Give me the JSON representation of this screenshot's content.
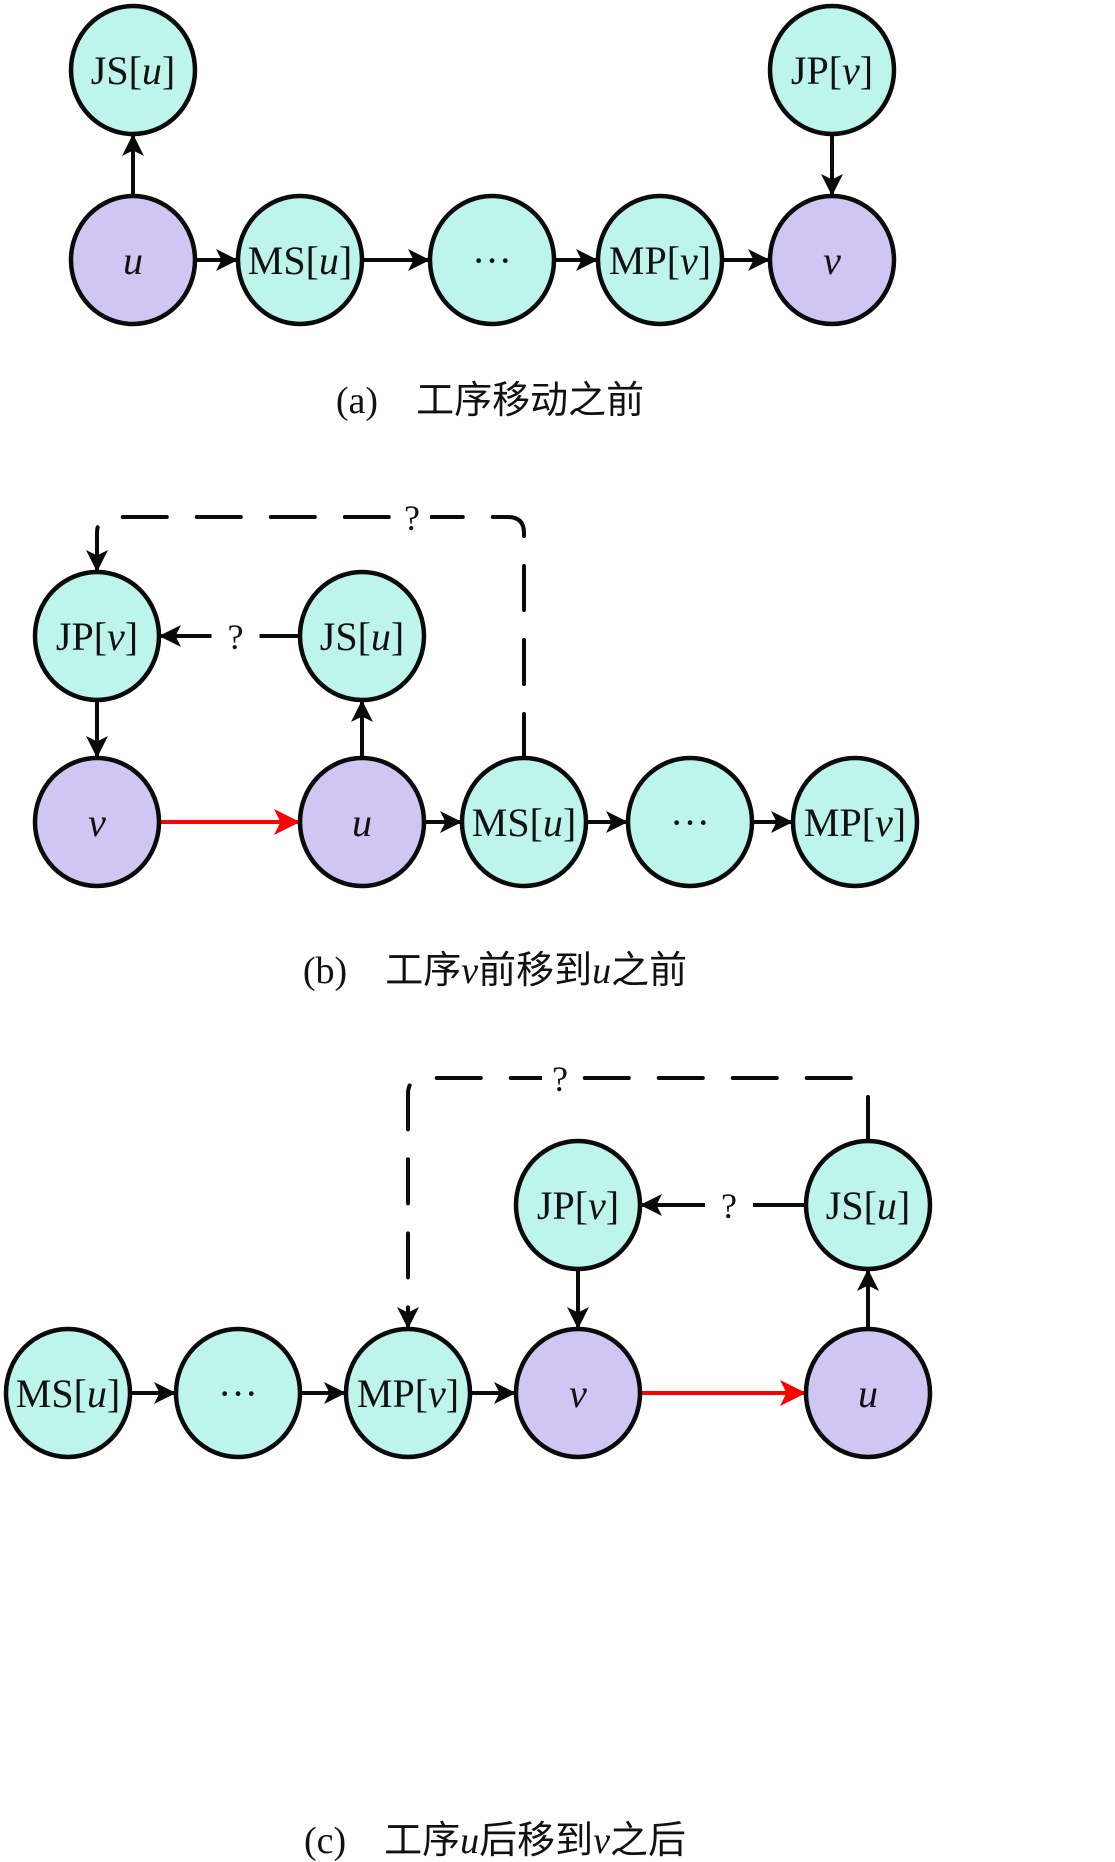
{
  "colors": {
    "op_node_fill": "#d0c6f4",
    "neighbor_node_fill": "#bdf5ec",
    "stroke": "#0a0a0a",
    "move_arrow": "#ff0000"
  },
  "panels": [
    {
      "id": "a",
      "caption_prefix": "(a)",
      "caption_parts": [
        {
          "text": "工序移动之前",
          "italic": false
        }
      ],
      "nodes": [
        {
          "id": "JSu",
          "label": [
            {
              "t": "JS[",
              "i": false
            },
            {
              "t": "u",
              "i": true
            },
            {
              "t": "]",
              "i": false
            }
          ],
          "kind": "neighbor"
        },
        {
          "id": "u",
          "label": [
            {
              "t": "u",
              "i": true
            }
          ],
          "kind": "op"
        },
        {
          "id": "MSu",
          "label": [
            {
              "t": "MS[",
              "i": false
            },
            {
              "t": "u",
              "i": true
            },
            {
              "t": "]",
              "i": false
            }
          ],
          "kind": "neighbor"
        },
        {
          "id": "dots",
          "label": [
            {
              "t": "···",
              "i": false
            }
          ],
          "kind": "neighbor"
        },
        {
          "id": "MPv",
          "label": [
            {
              "t": "MP[",
              "i": false
            },
            {
              "t": "v",
              "i": true
            },
            {
              "t": "]",
              "i": false
            }
          ],
          "kind": "neighbor"
        },
        {
          "id": "v",
          "label": [
            {
              "t": "v",
              "i": true
            }
          ],
          "kind": "op"
        },
        {
          "id": "JPv",
          "label": [
            {
              "t": "JP[",
              "i": false
            },
            {
              "t": "v",
              "i": true
            },
            {
              "t": "]",
              "i": false
            }
          ],
          "kind": "neighbor"
        }
      ],
      "edges": [
        {
          "from": "u",
          "to": "JSu",
          "style": "solid"
        },
        {
          "from": "u",
          "to": "MSu",
          "style": "solid"
        },
        {
          "from": "MSu",
          "to": "dots",
          "style": "solid"
        },
        {
          "from": "dots",
          "to": "MPv",
          "style": "solid"
        },
        {
          "from": "MPv",
          "to": "v",
          "style": "solid"
        },
        {
          "from": "JPv",
          "to": "v",
          "style": "solid"
        }
      ]
    },
    {
      "id": "b",
      "caption_prefix": "(b)",
      "caption_parts": [
        {
          "text": "工序",
          "italic": false
        },
        {
          "text": "v",
          "italic": true
        },
        {
          "text": "前移到",
          "italic": false
        },
        {
          "text": "u",
          "italic": true
        },
        {
          "text": "之前",
          "italic": false
        }
      ],
      "nodes": [
        {
          "id": "JPv",
          "label": [
            {
              "t": "JP[",
              "i": false
            },
            {
              "t": "v",
              "i": true
            },
            {
              "t": "]",
              "i": false
            }
          ],
          "kind": "neighbor"
        },
        {
          "id": "JSu",
          "label": [
            {
              "t": "JS[",
              "i": false
            },
            {
              "t": "u",
              "i": true
            },
            {
              "t": "]",
              "i": false
            }
          ],
          "kind": "neighbor"
        },
        {
          "id": "v",
          "label": [
            {
              "t": "v",
              "i": true
            }
          ],
          "kind": "op"
        },
        {
          "id": "u",
          "label": [
            {
              "t": "u",
              "i": true
            }
          ],
          "kind": "op"
        },
        {
          "id": "MSu",
          "label": [
            {
              "t": "MS[",
              "i": false
            },
            {
              "t": "u",
              "i": true
            },
            {
              "t": "]",
              "i": false
            }
          ],
          "kind": "neighbor"
        },
        {
          "id": "dots",
          "label": [
            {
              "t": "···",
              "i": false
            }
          ],
          "kind": "neighbor"
        },
        {
          "id": "MPv",
          "label": [
            {
              "t": "MP[",
              "i": false
            },
            {
              "t": "v",
              "i": true
            },
            {
              "t": "]",
              "i": false
            }
          ],
          "kind": "neighbor"
        }
      ],
      "edges": [
        {
          "from": "JPv",
          "to": "v",
          "style": "solid"
        },
        {
          "from": "u",
          "to": "JSu",
          "style": "solid"
        },
        {
          "from": "JSu",
          "to": "JPv",
          "style": "uncertain",
          "label": "?"
        },
        {
          "from": "v",
          "to": "u",
          "style": "move"
        },
        {
          "from": "u",
          "to": "MSu",
          "style": "solid"
        },
        {
          "from": "MSu",
          "to": "dots",
          "style": "solid"
        },
        {
          "from": "dots",
          "to": "MPv",
          "style": "solid"
        },
        {
          "from": "MSu",
          "to": "JPv",
          "style": "dashed",
          "label": "?"
        }
      ]
    },
    {
      "id": "c",
      "caption_prefix": "(c)",
      "caption_parts": [
        {
          "text": "工序",
          "italic": false
        },
        {
          "text": "u",
          "italic": true
        },
        {
          "text": "后移到",
          "italic": false
        },
        {
          "text": "v",
          "italic": true
        },
        {
          "text": "之后",
          "italic": false
        }
      ],
      "nodes": [
        {
          "id": "JPv",
          "label": [
            {
              "t": "JP[",
              "i": false
            },
            {
              "t": "v",
              "i": true
            },
            {
              "t": "]",
              "i": false
            }
          ],
          "kind": "neighbor"
        },
        {
          "id": "JSu",
          "label": [
            {
              "t": "JS[",
              "i": false
            },
            {
              "t": "u",
              "i": true
            },
            {
              "t": "]",
              "i": false
            }
          ],
          "kind": "neighbor"
        },
        {
          "id": "MSu",
          "label": [
            {
              "t": "MS[",
              "i": false
            },
            {
              "t": "u",
              "i": true
            },
            {
              "t": "]",
              "i": false
            }
          ],
          "kind": "neighbor"
        },
        {
          "id": "dots",
          "label": [
            {
              "t": "···",
              "i": false
            }
          ],
          "kind": "neighbor"
        },
        {
          "id": "MPv",
          "label": [
            {
              "t": "MP[",
              "i": false
            },
            {
              "t": "v",
              "i": true
            },
            {
              "t": "]",
              "i": false
            }
          ],
          "kind": "neighbor"
        },
        {
          "id": "v",
          "label": [
            {
              "t": "v",
              "i": true
            }
          ],
          "kind": "op"
        },
        {
          "id": "u",
          "label": [
            {
              "t": "u",
              "i": true
            }
          ],
          "kind": "op"
        }
      ],
      "edges": [
        {
          "from": "MSu",
          "to": "dots",
          "style": "solid"
        },
        {
          "from": "dots",
          "to": "MPv",
          "style": "solid"
        },
        {
          "from": "MPv",
          "to": "v",
          "style": "solid"
        },
        {
          "from": "JPv",
          "to": "v",
          "style": "solid"
        },
        {
          "from": "v",
          "to": "u",
          "style": "move"
        },
        {
          "from": "u",
          "to": "JSu",
          "style": "solid"
        },
        {
          "from": "JSu",
          "to": "JPv",
          "style": "uncertain",
          "label": "?"
        },
        {
          "from": "JSu",
          "to": "MPv",
          "style": "dashed",
          "label": "?"
        }
      ]
    }
  ]
}
